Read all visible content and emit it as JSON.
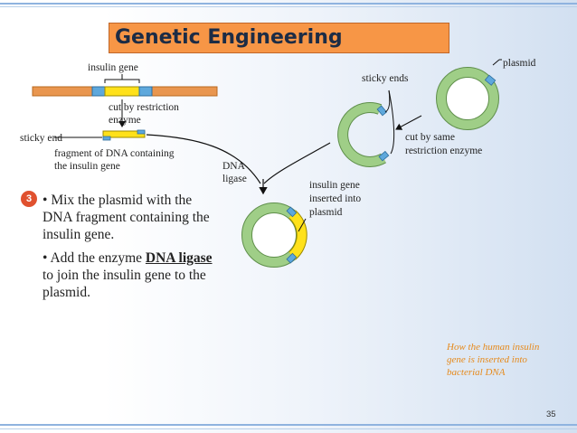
{
  "title": "Genetic Engineering",
  "labels": {
    "insulin_gene": "insulin gene",
    "cut_by_restriction": [
      "cut by restriction",
      "enzyme"
    ],
    "sticky_end": "sticky end",
    "fragment": [
      "fragment of DNA containing",
      "the insulin gene"
    ],
    "dna_ligase": [
      "DNA",
      "ligase"
    ],
    "sticky_ends": "sticky ends",
    "plasmid": "plasmid",
    "cut_by_same": [
      "cut by same",
      "restriction enzyme"
    ],
    "insulin_inserted": [
      "insulin gene",
      "inserted into",
      "plasmid"
    ]
  },
  "step": {
    "number": "3"
  },
  "bullets": {
    "b1": "Mix the plasmid with the DNA fragment containing the insulin gene.",
    "b2_pre": "Add the enzyme ",
    "b2_bold": "DNA ligase",
    "b2_post": " to join the insulin gene to the plasmid."
  },
  "caption": [
    "How the human insulin",
    "gene is inserted into",
    "bacterial DNA"
  ],
  "page_number": "35",
  "colors": {
    "title_bg": "#f79646",
    "plasmid_ring": "#9fce87",
    "insulin_gene": "#ffe11a",
    "sticky_end": "#5ea8dc",
    "dna_strand": "#e9964f",
    "badge": "#e0512f",
    "caption": "#e68a1c"
  }
}
